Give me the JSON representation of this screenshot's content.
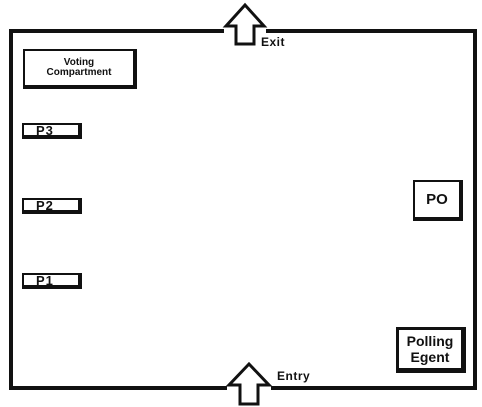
{
  "diagram": {
    "exit_label": "Exit",
    "entry_label": "Entry",
    "voting_compartment": "Voting\nCompartment",
    "p3": "P3",
    "p2": "P2",
    "p1": "P1",
    "po": "PO",
    "polling_agent": "Polling\nEgent"
  }
}
